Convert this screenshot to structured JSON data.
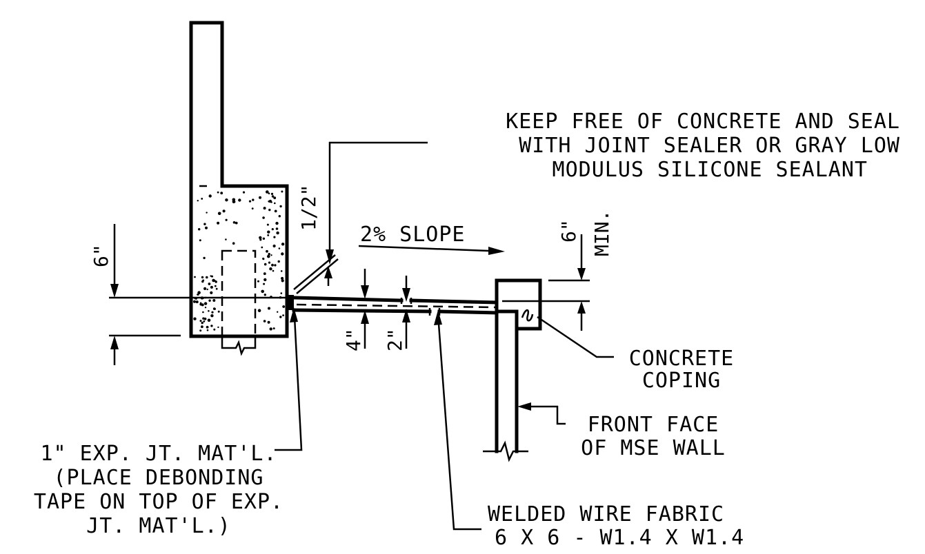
{
  "notes": {
    "keep_free": [
      "KEEP FREE OF CONCRETE AND SEAL",
      "WITH JOINT SEALER OR GRAY LOW",
      "MODULUS SILICONE SEALANT"
    ],
    "exp_jt": [
      "1\" EXP. JT. MAT'L.",
      "(PLACE DEBONDING",
      "TAPE ON TOP OF EXP.",
      "JT. MAT'L.)"
    ],
    "wwf": [
      "WELDED WIRE FABRIC",
      "6 X 6 - W1.4 X W1.4"
    ],
    "coping": [
      "CONCRETE",
      "COPING"
    ],
    "mse": [
      "FRONT FACE",
      "OF MSE WALL"
    ]
  },
  "dimensions": {
    "half_inch": "1/2\"",
    "slope": "2% SLOPE",
    "six_in_left": "6\"",
    "six_in_min": "6\"",
    "min": "MIN.",
    "four_in": "4\"",
    "two_in": "2\""
  }
}
